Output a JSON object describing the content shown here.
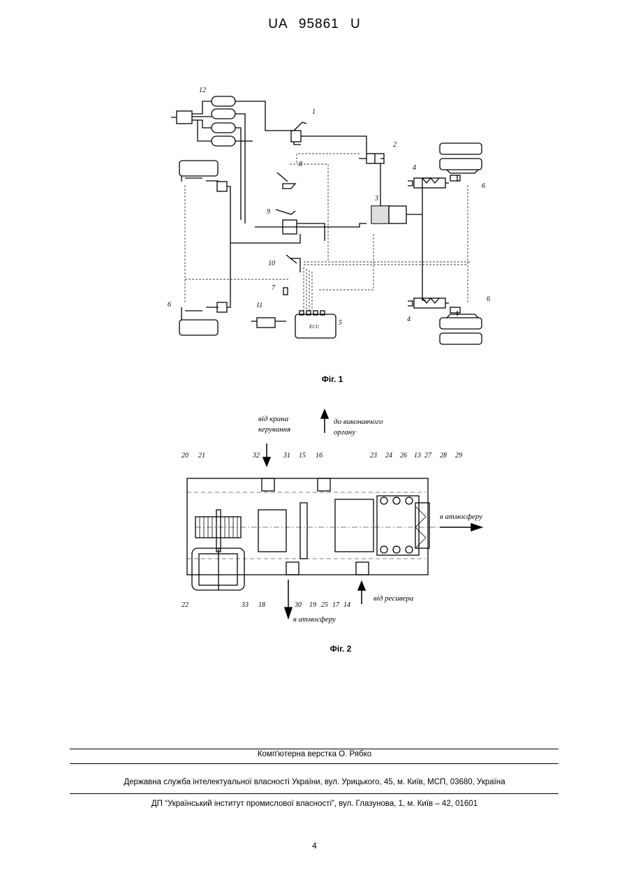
{
  "header": {
    "patent_number": "UA   95861   U"
  },
  "figure1": {
    "caption": "Фіг. 1",
    "labels": [
      "1",
      "2",
      "3",
      "4",
      "4",
      "5",
      "6",
      "6",
      "6",
      "7",
      "8",
      "9",
      "10",
      "11",
      "12"
    ],
    "ecu_label": "ECU"
  },
  "figure2": {
    "caption": "Фіг. 2",
    "text_from_control_valve": [
      "від крана",
      "керування"
    ],
    "text_to_actuator": [
      "до виконавчого",
      "органу"
    ],
    "text_to_atmosphere_right": "в атмосферу",
    "text_to_atmosphere_bottom": "в атмосферу",
    "text_from_receiver": "від ресивера",
    "top_labels": [
      "20",
      "21",
      "32",
      "31",
      "15",
      "16",
      "23",
      "24",
      "26",
      "13",
      "27",
      "28",
      "29"
    ],
    "bottom_labels": [
      "22",
      "33",
      "18",
      "30",
      "19",
      "25",
      "17",
      "14"
    ]
  },
  "footer": {
    "layout_credit": "Комп'ютерна верстка О. Рябко",
    "agency": "Державна служба інтелектуальної власності України, вул. Урицького, 45, м. Київ, МСП, 03680, Україна",
    "institute": "ДП “Український інститут промислової власності”, вул. Глазунова, 1, м. Київ – 42, 01601"
  },
  "page_number": "4"
}
